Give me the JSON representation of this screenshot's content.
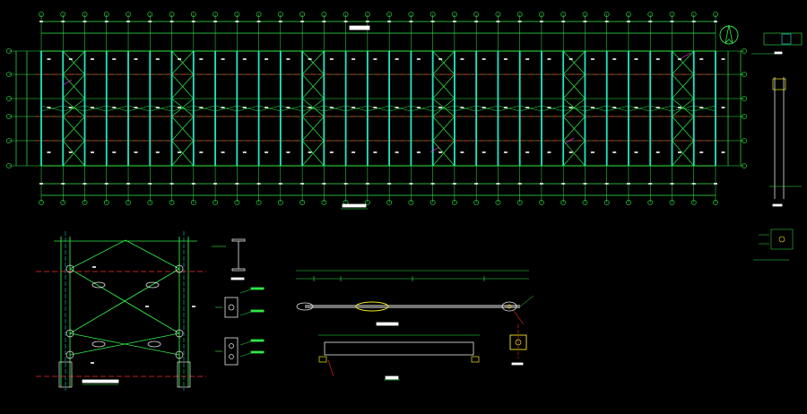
{
  "colors": {
    "background": "#000000",
    "frame_green": "#2eea46",
    "column_cyan": "#19e6f2",
    "axis_red": "#ff2a2a",
    "text_white": "#ffffff",
    "detail_yellow": "#f2e61a",
    "brace_white": "#e8e8e8",
    "magenta": "#ff33ff"
  },
  "plan": {
    "bays": 31,
    "rows": 5,
    "braced_bays": [
      1,
      6,
      12,
      18,
      24,
      29
    ]
  },
  "icons": {
    "north_arrow": "north-arrow-icon",
    "section_marker": "section-cut-icon"
  }
}
